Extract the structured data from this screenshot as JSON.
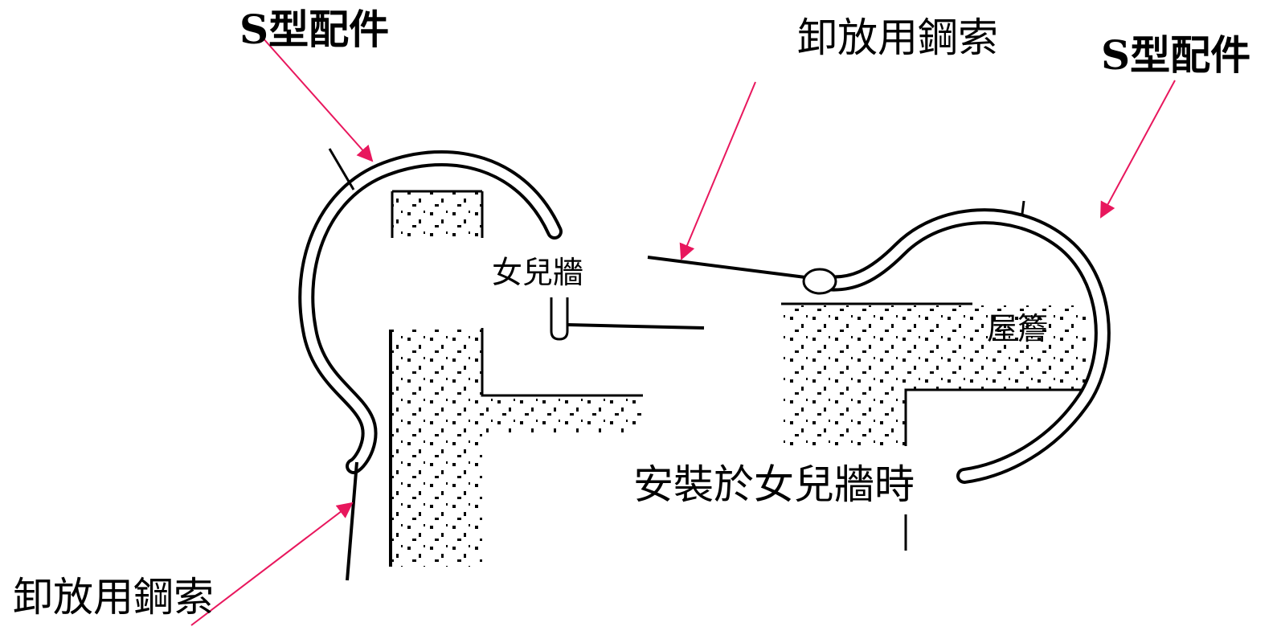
{
  "labels": {
    "s_fitting_left": "S型配件",
    "s_fitting_right": "S型配件",
    "release_cable_top": "卸放用鋼索",
    "release_cable_bottom": "卸放用鋼索",
    "parapet": "女兒牆",
    "eaves": "屋簷",
    "caption": "安裝於女兒牆時"
  },
  "colors": {
    "line": "#000000",
    "arrow": "#e8175d",
    "background": "#ffffff"
  }
}
